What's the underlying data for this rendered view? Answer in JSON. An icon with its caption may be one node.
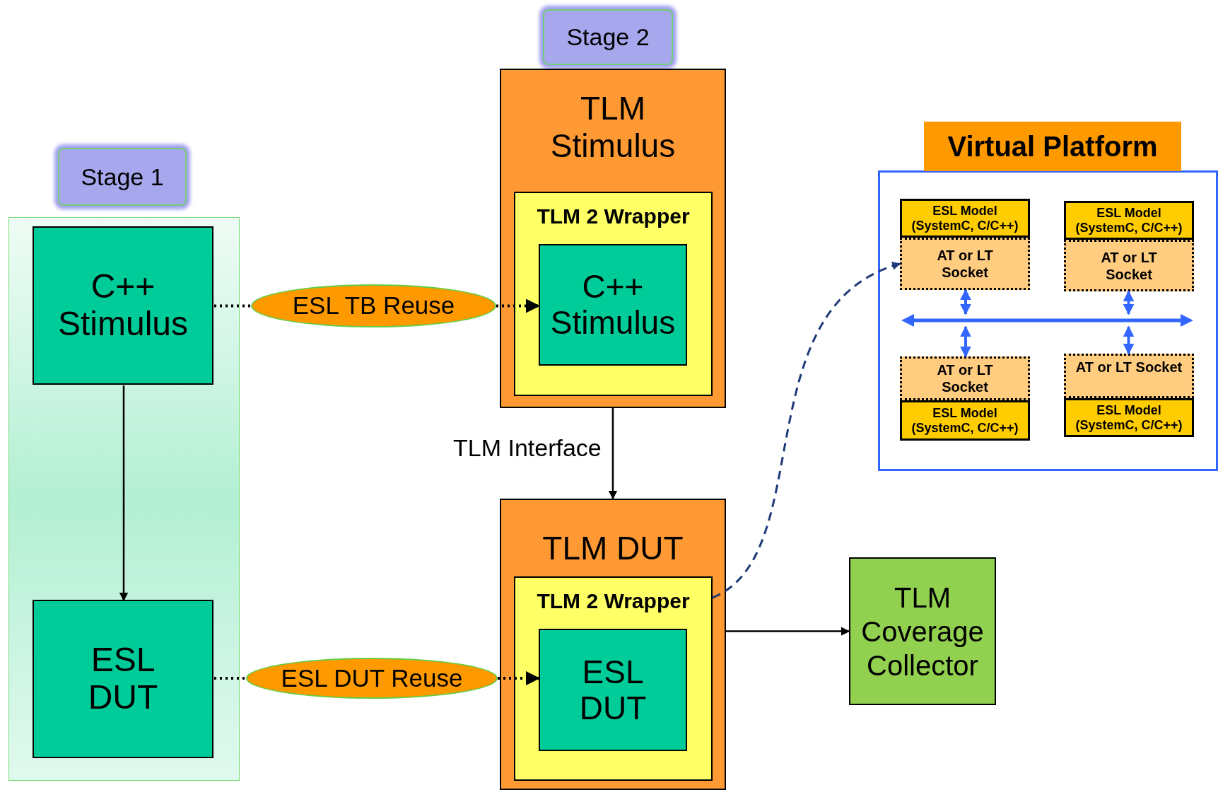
{
  "diagram": {
    "nodes": [
      {
        "text": [
          "Stage 1"
        ]
      },
      {
        "text": [],
        "shape": "box"
      },
      {
        "text": [
          "C++ Stimulus"
        ],
        "in": 1
      },
      {
        "text": [
          "ESL DUT"
        ],
        "in": 1
      },
      {
        "text": [
          "ESL TB Reuse"
        ]
      },
      {
        "text": [
          "ESL DUT Reuse"
        ]
      },
      {
        "text": [
          "Stage 2"
        ]
      },
      {
        "text": [
          "TLM Stimulus"
        ]
      },
      {
        "text": [
          "TLM 2 Wrapper"
        ],
        "in": 7
      },
      {
        "text": [
          "C++ Stimulus"
        ],
        "in": 8
      },
      {
        "text": [
          "TLM DUT"
        ]
      },
      {
        "text": [
          "TLM 2 Wrapper"
        ],
        "in": 10
      },
      {
        "text": [
          "ESL DUT"
        ],
        "in": 11
      },
      {
        "text": [
          "TLM Coverage Collector"
        ]
      },
      {
        "text": [
          "Virtual Platform"
        ]
      },
      {
        "text": [
          "ESL Model (SystemC, C/C++)"
        ],
        "in": 14
      },
      {
        "text": [
          "AT or LT Socket"
        ],
        "in": 14
      },
      {
        "text": [
          "ESL Model (SystemC, C/C++)"
        ],
        "in": 14
      },
      {
        "text": [
          "AT or LT Socket"
        ],
        "in": 14
      },
      {
        "text": [
          "AT or LT Socket"
        ],
        "in": 14
      },
      {
        "text": [
          "ESL Model (SystemC, C/C++)"
        ],
        "in": 14
      },
      {
        "text": [
          "AT or LT Socket"
        ],
        "in": 14
      },
      {
        "text": [
          "ESL Model (SystemC, C/C++)"
        ],
        "in": 14
      },
      {
        "text": [],
        "shape": "bar",
        "in": 14
      }
    ],
    "edges": [
      {
        "from": 2,
        "to": 3,
        "arrow": "to"
      },
      {
        "from": 2,
        "to": 4,
        "arrow": "none",
        "style": "dashed"
      },
      {
        "from": 4,
        "to": 9,
        "arrow": "to",
        "style": "dashed"
      },
      {
        "from": 3,
        "to": 5,
        "arrow": "none",
        "style": "dashed"
      },
      {
        "from": 5,
        "to": 12,
        "arrow": "to",
        "style": "dashed"
      },
      {
        "from": 7,
        "to": 10,
        "arrow": "to",
        "label": "TLM Interface"
      },
      {
        "from": 11,
        "to": 16,
        "arrow": "to",
        "style": "dashed",
        "color": "#1f3a7a"
      },
      {
        "from": 10,
        "to": 13,
        "arrow": "to"
      },
      {
        "from": 16,
        "to": 23,
        "arrow": "both",
        "color": "#3366ff"
      },
      {
        "from": 18,
        "to": 23,
        "arrow": "both",
        "color": "#3366ff"
      },
      {
        "from": 19,
        "to": 23,
        "arrow": "both",
        "color": "#3366ff"
      },
      {
        "from": 21,
        "to": 23,
        "arrow": "both",
        "color": "#3366ff"
      }
    ]
  }
}
